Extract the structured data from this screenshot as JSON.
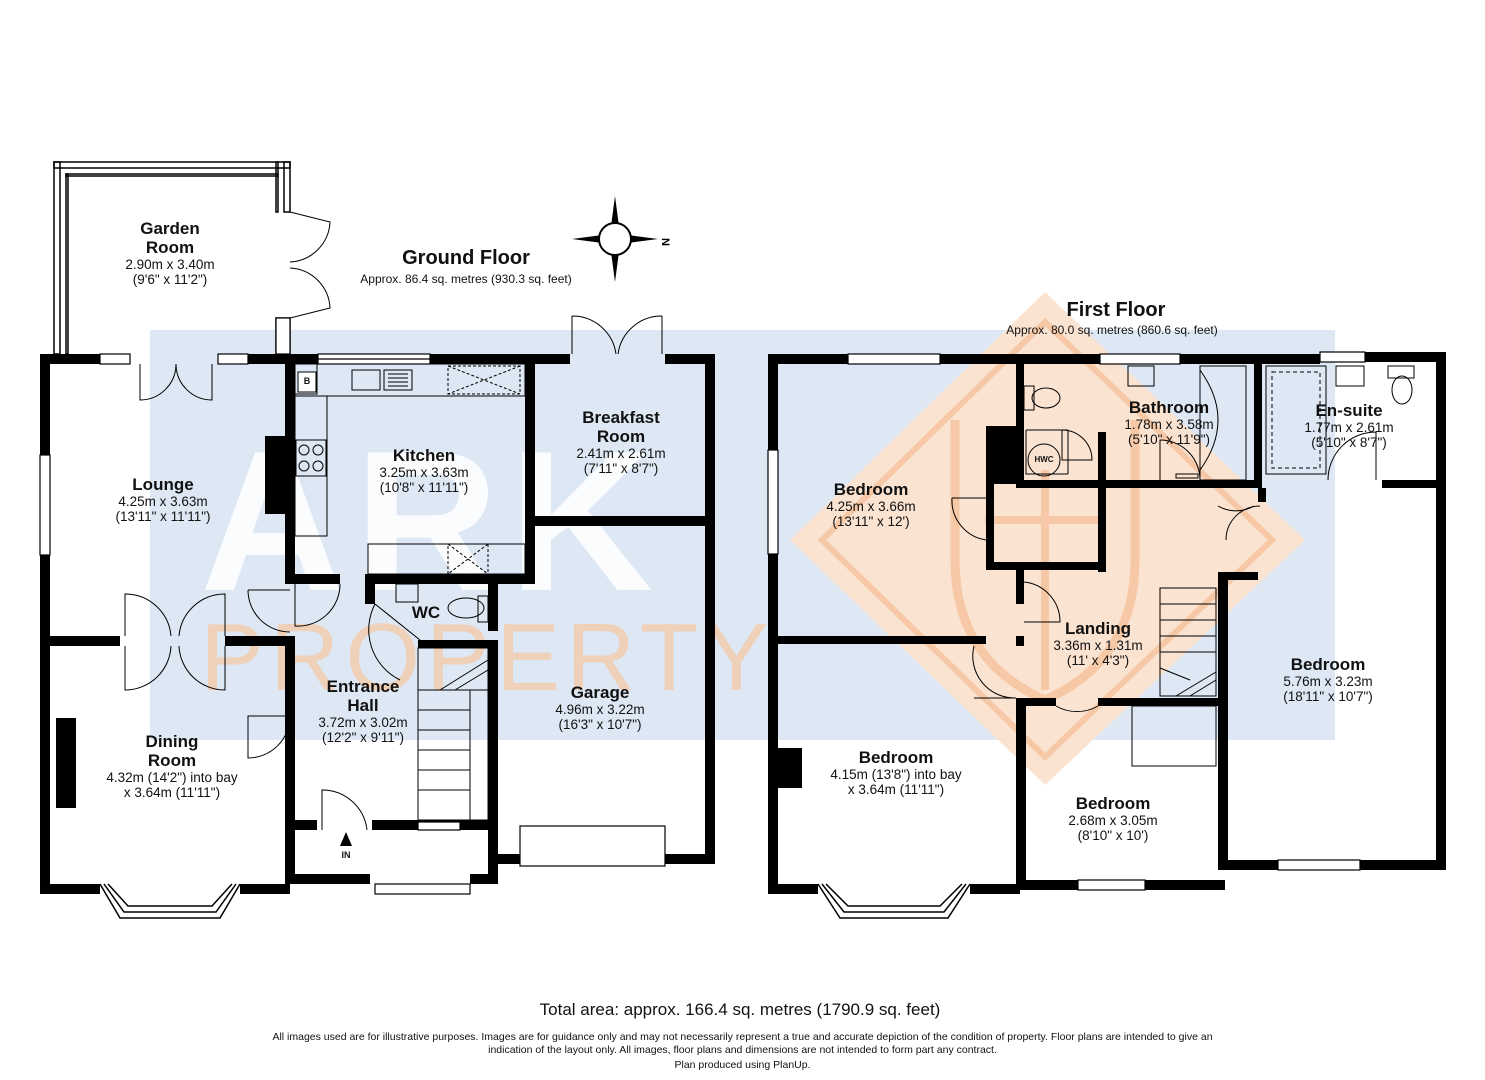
{
  "watermark": {
    "line1": "ARK",
    "line2": "PROPERTY"
  },
  "compass": {
    "label": "N"
  },
  "ground_floor": {
    "title": "Ground Floor",
    "area": "Approx. 86.4 sq. metres (930.3 sq. feet)",
    "rooms": {
      "garden_room": {
        "name": "Garden\nRoom",
        "dims": "2.90m x 3.40m\n(9'6\" x 11'2\")"
      },
      "lounge": {
        "name": "Lounge",
        "dims": "4.25m x 3.63m\n(13'11\" x 11'11\")"
      },
      "kitchen": {
        "name": "Kitchen",
        "dims": "3.25m x 3.63m\n(10'8\" x 11'11\")"
      },
      "breakfast_room": {
        "name": "Breakfast\nRoom",
        "dims": "2.41m x 2.61m\n(7'11\" x 8'7\")"
      },
      "wc": {
        "name": "WC"
      },
      "entrance_hall": {
        "name": "Entrance\nHall",
        "dims": "3.72m x 3.02m\n(12'2\" x 9'11\")"
      },
      "garage": {
        "name": "Garage",
        "dims": "4.96m x 3.22m\n(16'3\" x 10'7\")"
      },
      "dining_room": {
        "name": "Dining\nRoom",
        "dims": "4.32m (14'2\") into bay\nx 3.64m (11'11\")"
      }
    },
    "boiler_label": "B",
    "entrance_label": "IN"
  },
  "first_floor": {
    "title": "First Floor",
    "area": "Approx. 80.0 sq. metres (860.6 sq. feet)",
    "rooms": {
      "bathroom": {
        "name": "Bathroom",
        "dims": "1.78m x 3.58m\n(5'10\" x 11'9\")"
      },
      "ensuite": {
        "name": "En-suite",
        "dims": "1.77m x 2.61m\n(5'10\" x 8'7\")"
      },
      "bedroom_1": {
        "name": "Bedroom",
        "dims": "4.25m x 3.66m\n(13'11\" x 12')"
      },
      "landing": {
        "name": "Landing",
        "dims": "3.36m x 1.31m\n(11' x 4'3\")"
      },
      "bedroom_2": {
        "name": "Bedroom",
        "dims": "5.76m x 3.23m\n(18'11\" x 10'7\")"
      },
      "bedroom_3": {
        "name": "Bedroom",
        "dims": "4.15m (13'8\") into bay\nx 3.64m (11'11\")"
      },
      "bedroom_4": {
        "name": "Bedroom",
        "dims": "2.68m x 3.05m\n(8'10\" x 10')"
      }
    },
    "hwc_label": "HWC"
  },
  "total_area": "Total area: approx. 166.4 sq. metres (1790.9 sq. feet)",
  "disclaimer": "All images used are for illustrative purposes. Images are for guidance only and may not necessarily represent a true and accurate depiction of the condition of property. Floor plans are intended to give an indication of the layout only. All images, floor plans and dimensions are not intended to form part any contract.",
  "credit": "Plan produced using PlanUp.",
  "colors": {
    "wall": "#000000",
    "watermark_blue": "#c6d9ee",
    "watermark_orange": "#f7c8a6"
  }
}
